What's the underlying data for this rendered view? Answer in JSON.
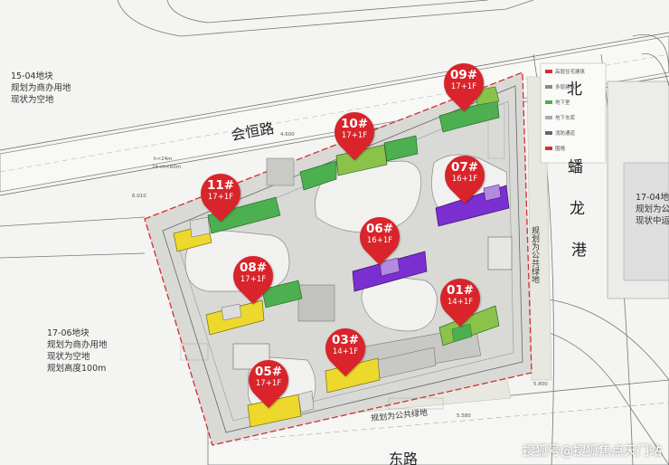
{
  "parcel_notes": {
    "nw": [
      "15-04地块",
      "规划为商办用地",
      "现状为空地"
    ],
    "w": [
      "17-06地块",
      "规划为商办用地",
      "现状为空地",
      "规划高度100m"
    ],
    "e": [
      "17-04地",
      "规划为公",
      "现状中运"
    ]
  },
  "roads": {
    "north": "会恒路",
    "south_partial": "东路",
    "east_canal": [
      "北",
      "蟠",
      "龙",
      "港"
    ]
  },
  "labels": {
    "green_belt_east": "规划为公共绿地",
    "green_belt_south": "规划为公共绿地",
    "height_limit_1": "h<24m",
    "height_limit_2": "24<h<60m",
    "dims": [
      "4.600",
      "6.010",
      "5.580",
      "5.800"
    ],
    "legend_items": [
      "高层住宅建筑",
      "多层建筑",
      "地下室",
      "地下车库",
      "消防通道",
      "围墙"
    ]
  },
  "buildings": [
    {
      "id": "01#",
      "floors": "14+1F",
      "color": "#8bc34a"
    },
    {
      "id": "03#",
      "floors": "14+1F",
      "color": "#ecd92b"
    },
    {
      "id": "05#",
      "floors": "17+1F",
      "color": "#ecd92b"
    },
    {
      "id": "06#",
      "floors": "16+1F",
      "color": "#7b2fd1"
    },
    {
      "id": "07#",
      "floors": "16+1F",
      "color": "#7b2fd1"
    },
    {
      "id": "08#",
      "floors": "17+1F",
      "color": "#ecd92b"
    },
    {
      "id": "09#",
      "floors": "17+1F",
      "color": "#4caf50"
    },
    {
      "id": "10#",
      "floors": "17+1F",
      "color": "#4caf50"
    },
    {
      "id": "11#",
      "floors": "17+1F",
      "color": "#4caf50"
    }
  ],
  "colors": {
    "marker": "#d8242a",
    "green": "#4caf50",
    "light_green": "#8bc34a",
    "yellow": "#ecd92b",
    "purple": "#7b2fd1",
    "boundary": "#d32f2f"
  },
  "watermark": "搜狐号@搜狐焦点天门站"
}
